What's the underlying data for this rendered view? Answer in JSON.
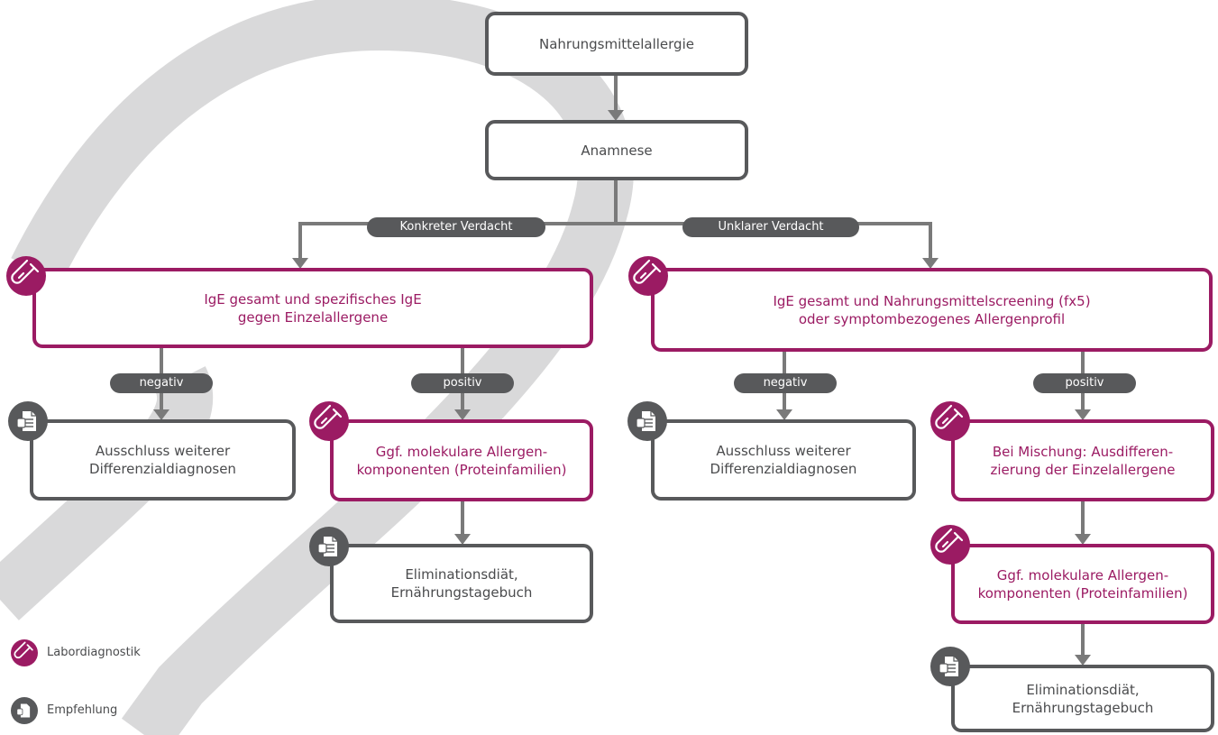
{
  "colors": {
    "lab": "#9b1b63",
    "recommendation": "#58595b",
    "connector": "#7a7a7a",
    "watermark": "#d9d9da"
  },
  "nodes": {
    "root": "Nahrungsmittelallergie",
    "anamnese": "Anamnese",
    "left_test": "IgE gesamt und spezifisches IgE\ngegen Einzelallergene",
    "right_test": "IgE gesamt und Nahrungsmittelscreening (fx5)\noder symptombezogenes Allergenprofil",
    "left_neg": "Ausschluss weiterer\nDifferenzialdiagnosen",
    "left_pos": "Ggf. molekulare Allergen-\nkomponenten (Proteinfamilien)",
    "left_elim": "Eliminationsdiät,\nErnährungstagebuch",
    "right_neg": "Ausschluss weiterer\nDifferenzialdiagnosen",
    "right_pos": "Bei Mischung: Ausdifferen-\nzierung der Einzelallergene",
    "right_mol": "Ggf. molekulare Allergen-\nkomponenten (Proteinfamilien)",
    "right_elim": "Eliminationsdiät,\nErnährungstagebuch"
  },
  "labels": {
    "konkret": "Konkreter Verdacht",
    "unklar": "Unklarer Verdacht",
    "left_negativ": "negativ",
    "left_positiv": "positiv",
    "right_negativ": "negativ",
    "right_positiv": "positiv"
  },
  "legend": {
    "lab": "Labordiagnostik",
    "recommendation": "Empfehlung"
  },
  "icons": {
    "lab": "test-tube-icon",
    "recommendation": "document-hand-icon"
  }
}
